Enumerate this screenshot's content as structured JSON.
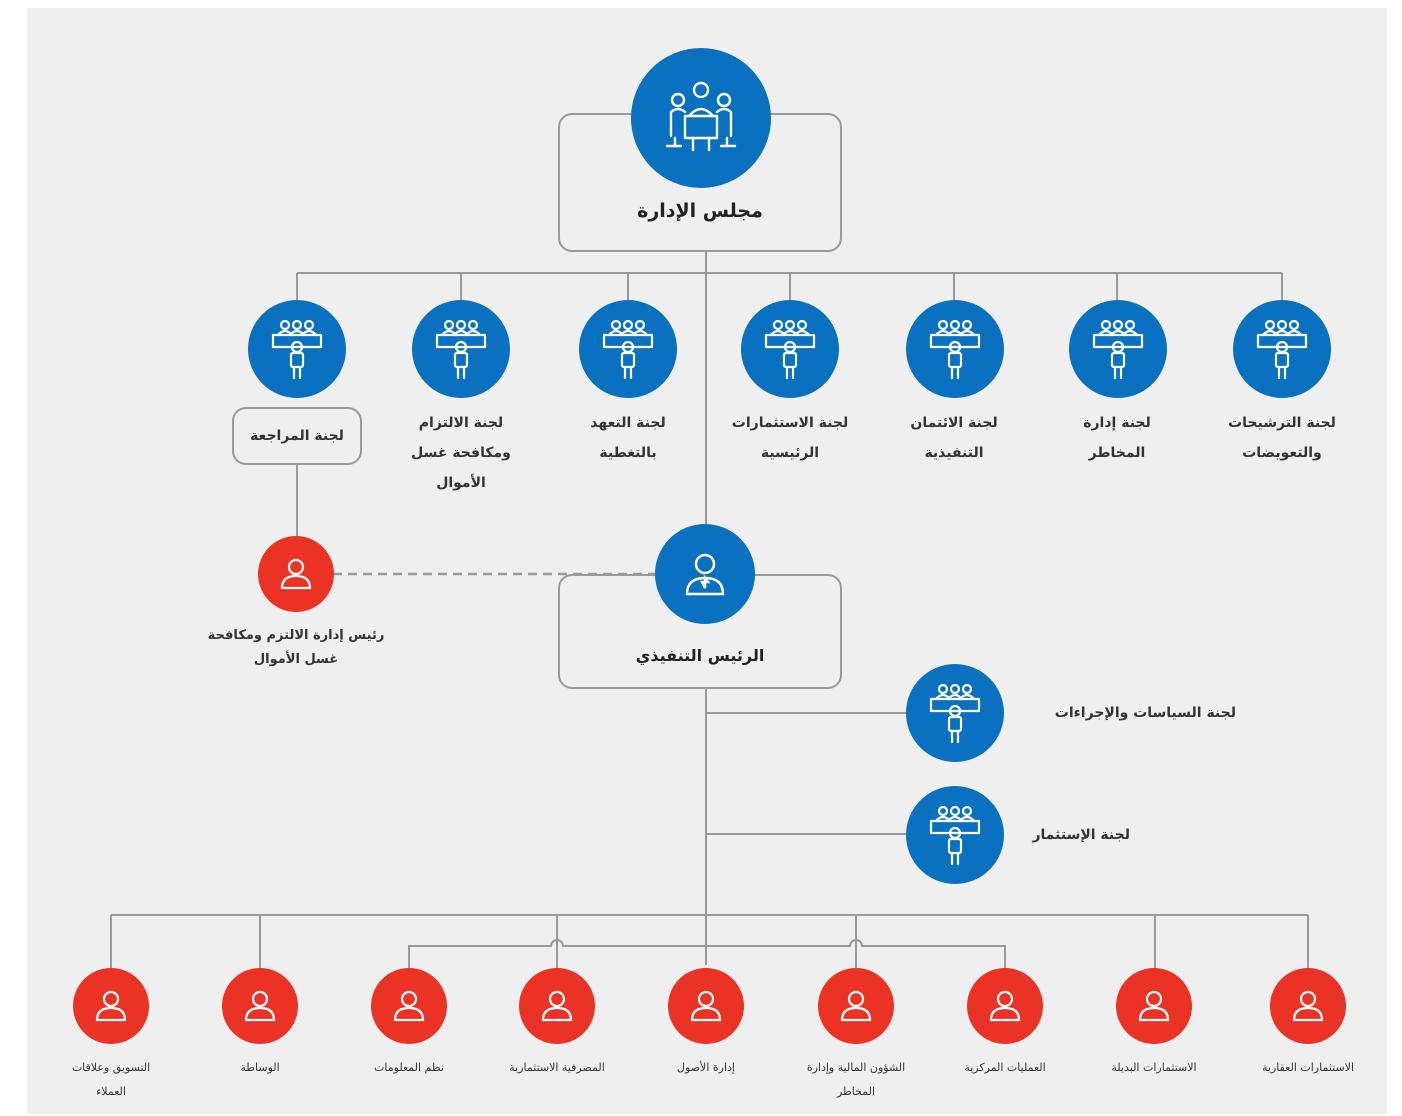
{
  "board": {
    "label": "مجلس الإدارة",
    "icon": "board-meeting-icon"
  },
  "board_committees": [
    {
      "label": "لجنة الترشيحات والتعويضات",
      "icon": "committee-icon"
    },
    {
      "label": "لجنة إدارة المخاطر",
      "icon": "committee-icon"
    },
    {
      "label": "لجنة الائتمان التنفيذية",
      "icon": "committee-icon"
    },
    {
      "label": "لجنة الاستثمارات الرئيسية",
      "icon": "committee-icon"
    },
    {
      "label": "لجنة التعهد بالتغطية",
      "icon": "committee-icon"
    },
    {
      "label": "لجنة الالتزام ومكافحة غسل الأموال",
      "icon": "committee-icon"
    },
    {
      "label": "لجنة المراجعة",
      "icon": "committee-icon"
    }
  ],
  "compliance_head": {
    "label": "رئيس إدارة الالتزم ومكافحة غسل الأموال",
    "icon": "person-icon"
  },
  "ceo": {
    "label": "الرئيس التنفيذي",
    "icon": "executive-icon"
  },
  "ceo_committees": [
    {
      "label": "لجنة السياسات والإجراءات",
      "icon": "committee-icon"
    },
    {
      "label": "لجنة الإستثمار",
      "icon": "committee-icon"
    }
  ],
  "departments": [
    {
      "label": "الاستثمارات العقارية",
      "icon": "person-icon"
    },
    {
      "label": "الاستثمارات البديلة",
      "icon": "person-icon"
    },
    {
      "label": "العمليات المركزية",
      "icon": "person-icon"
    },
    {
      "label": "الشؤون المالية وإدارة المخاطر",
      "icon": "person-icon"
    },
    {
      "label": "إدارة الأصول",
      "icon": "person-icon"
    },
    {
      "label": "المصرفية الاستثمارية",
      "icon": "person-icon"
    },
    {
      "label": "نظم المعلومات",
      "icon": "person-icon"
    },
    {
      "label": "الوساطة",
      "icon": "person-icon"
    },
    {
      "label": "التسويق وعلاقات العملاء",
      "icon": "person-icon"
    }
  ],
  "colors": {
    "blue": "#0a70c0",
    "red": "#ea3225",
    "line": "#9a9a9a",
    "background": "#efefef"
  }
}
